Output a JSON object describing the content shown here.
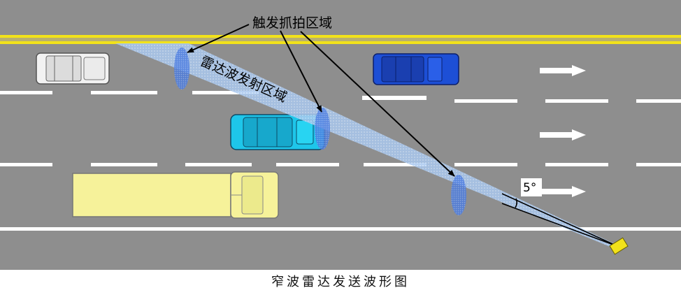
{
  "labels": {
    "trigger_zone": "触发抓拍区域",
    "emission_zone": "雷达波发射区域",
    "beam_angle": "5°",
    "caption": "窄波雷达发送波形图"
  },
  "colors": {
    "road": "#8e8e8e",
    "yellow_line": "#f2e21a",
    "lane_marking": "#ffffff",
    "beam": "#a9c8ee",
    "trigger_ellipse": "#4b7be0",
    "car_white": "#f2f2f2",
    "car_blue": "#1d4fd6",
    "car_cyan": "#1ec6ea",
    "truck": "#f6f29a",
    "radar": "#f2e21a"
  },
  "icons": {
    "direction": "arrow-right-icon",
    "radar": "radar-device-icon"
  }
}
